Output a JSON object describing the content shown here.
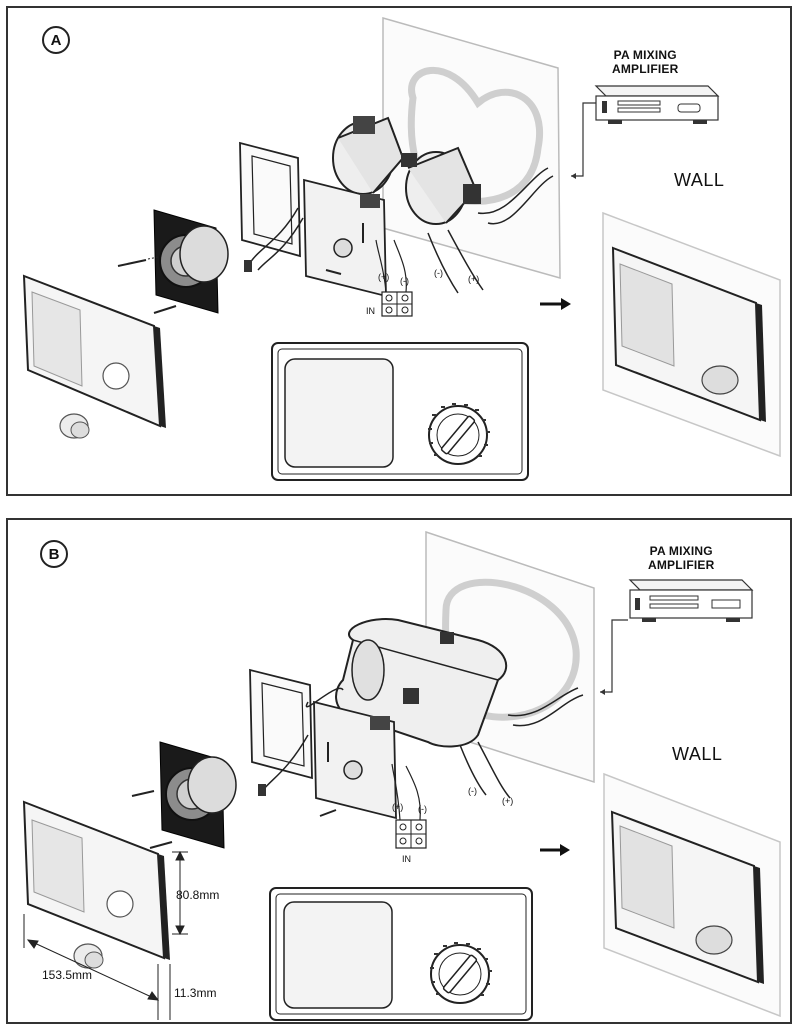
{
  "panels": [
    {
      "badge": "A",
      "amplifier": {
        "line1": "PA MIXING",
        "line2": "AMPLIFIER"
      },
      "wall_label": "WALL",
      "wire_labels": {
        "plus": "(+)",
        "minus": "(-)",
        "out_minus": "(-)",
        "out_plus": "(+)"
      },
      "input_label": "IN"
    },
    {
      "badge": "B",
      "amplifier": {
        "line1": "PA MIXING",
        "line2": "AMPLIFIER"
      },
      "wall_label": "WALL",
      "wire_labels": {
        "plus": "(+)",
        "minus": "(-)",
        "out_minus": "(-)",
        "out_plus": "(+)"
      },
      "input_label": "IN",
      "dimensions": {
        "height": "80.8mm",
        "width": "153.5mm",
        "depth": "11.3mm"
      }
    }
  ],
  "colors": {
    "line": "#222222",
    "light_line": "#bdbdbd",
    "panel_fill": "#f2f2f2",
    "speaker": "#1a1a1a"
  }
}
